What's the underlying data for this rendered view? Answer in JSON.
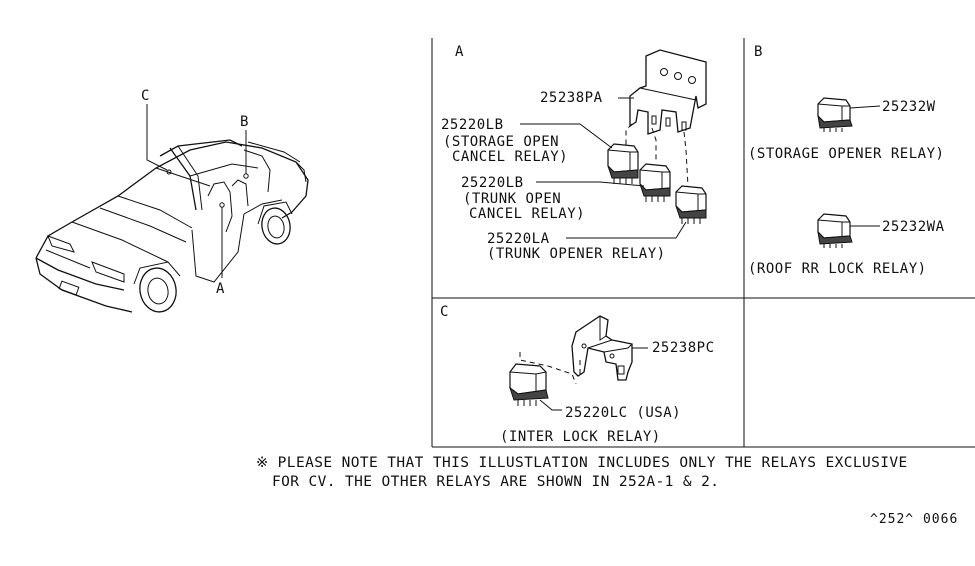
{
  "sections": {
    "A": "A",
    "B": "B",
    "C": "C"
  },
  "car_callouts": {
    "a": "A",
    "b": "B",
    "c": "C"
  },
  "section_a": {
    "bracket_part": "25238PA",
    "storage_open_part": "25220LB",
    "storage_open_name_1": "(STORAGE OPEN",
    "storage_open_name_2": "CANCEL RELAY)",
    "trunk_open_part": "25220LB",
    "trunk_open_name_1": "(TRUNK OPEN",
    "trunk_open_name_2": "CANCEL RELAY)",
    "trunk_opener_part": "25220LA",
    "trunk_opener_name": "(TRUNK OPENER RELAY)"
  },
  "section_b": {
    "storage_opener_part": "25232W",
    "storage_opener_name": "(STORAGE OPENER RELAY)",
    "roof_lock_part": "25232WA",
    "roof_lock_name": "(ROOF RR LOCK RELAY)"
  },
  "section_c": {
    "bracket_part": "25238PC",
    "inter_lock_part": "25220LC (USA)",
    "inter_lock_name": "(INTER LOCK RELAY)"
  },
  "note": {
    "line1": "※ PLEASE NOTE THAT THIS ILLUSTLATION INCLUDES ONLY THE RELAYS EXCLUSIVE",
    "line2": "FOR CV. THE OTHER RELAYS ARE SHOWN IN 252A-1 & 2."
  },
  "diagram_code": "^252^ 0066"
}
